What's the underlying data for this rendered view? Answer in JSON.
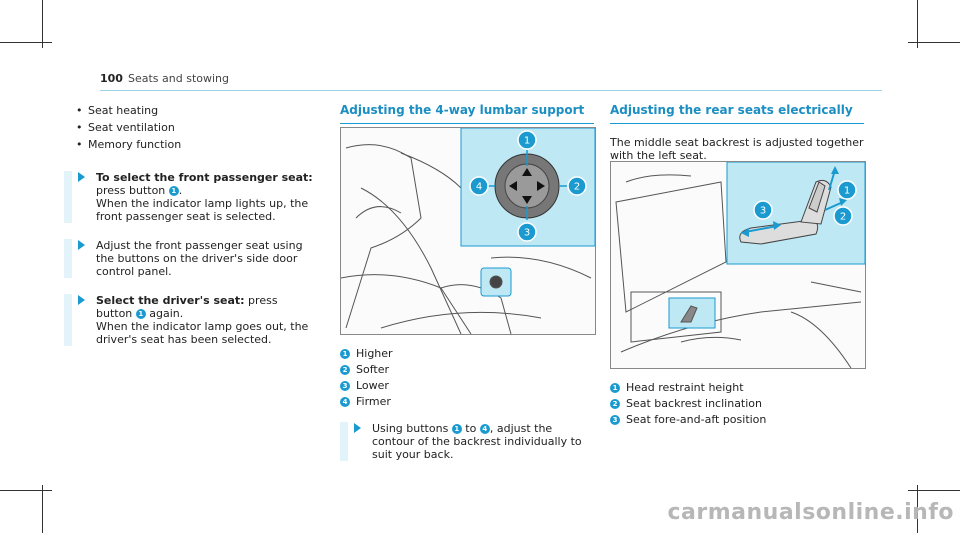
{
  "header": {
    "page_number": "100",
    "section": "Seats and stowing"
  },
  "left_column": {
    "bullets": [
      "Seat heating",
      "Seat ventilation",
      "Memory function"
    ],
    "step1": {
      "bold": "To select the front passenger seat:",
      "text_a": " press button ",
      "num": "1",
      "text_b": ".",
      "text_c": "When the indicator lamp lights up, the front passenger seat is selected."
    },
    "step2": {
      "text": "Adjust the front passenger seat using the buttons on the driver's side door control panel."
    },
    "step3": {
      "bold": "Select the driver's seat:",
      "text_a": " press button ",
      "num": "1",
      "text_b": " again.",
      "text_c": "When the indicator lamp goes out, the driv­er's seat has been selected."
    }
  },
  "middle_column": {
    "title": "Adjusting the 4-way lumbar support",
    "figure_labels": [
      "1",
      "2",
      "3",
      "4"
    ],
    "legend": [
      {
        "num": "1",
        "text": "Higher"
      },
      {
        "num": "2",
        "text": "Softer"
      },
      {
        "num": "3",
        "text": "Lower"
      },
      {
        "num": "4",
        "text": "Firmer"
      }
    ],
    "step": {
      "text_a": "Using buttons ",
      "num_a": "1",
      "text_b": " to ",
      "num_b": "4",
      "text_c": ", adjust the contour of the backrest individually to suit your back."
    }
  },
  "right_column": {
    "title": "Adjusting the rear seats electrically",
    "intro": "The middle seat backrest is adjusted together with the left seat.",
    "figure_labels": [
      "1",
      "2",
      "3"
    ],
    "legend": [
      {
        "num": "1",
        "text": "Head restraint height"
      },
      {
        "num": "2",
        "text": "Seat backrest inclination"
      },
      {
        "num": "3",
        "text": "Seat fore-and-aft position"
      }
    ]
  },
  "watermark": "carmanualsonline.info",
  "colors": {
    "accent": "#1b9ad0",
    "highlight": "#bfe8f5"
  }
}
